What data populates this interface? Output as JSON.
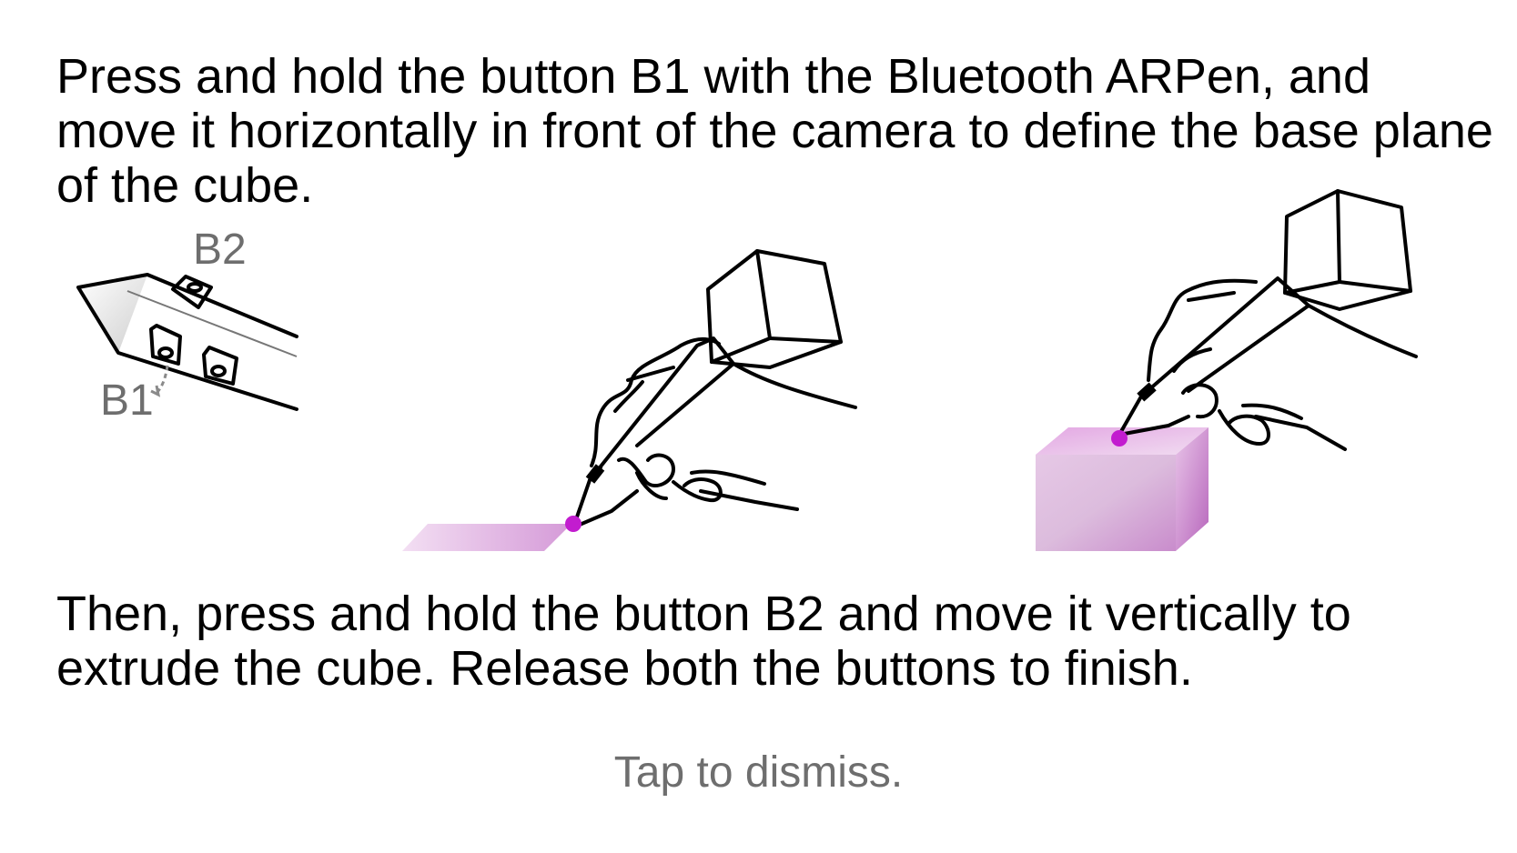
{
  "instructions": {
    "step1": "Press and hold the button B1 with the Bluetooth ARPen, and move it horizontally in front of the camera to define the base plane of the cube.",
    "step2": "Then, press and hold the button B2 and move it vertically to extrude the cube. Release both the buttons to finish."
  },
  "pen_diagram": {
    "button_b1_label": "B1",
    "button_b2_label": "B2"
  },
  "dismiss_text": "Tap to dismiss.",
  "colors": {
    "text": "#000000",
    "muted": "#6e6e6e",
    "highlight": "#b84fbf",
    "accent_dot": "#c21ccf"
  }
}
